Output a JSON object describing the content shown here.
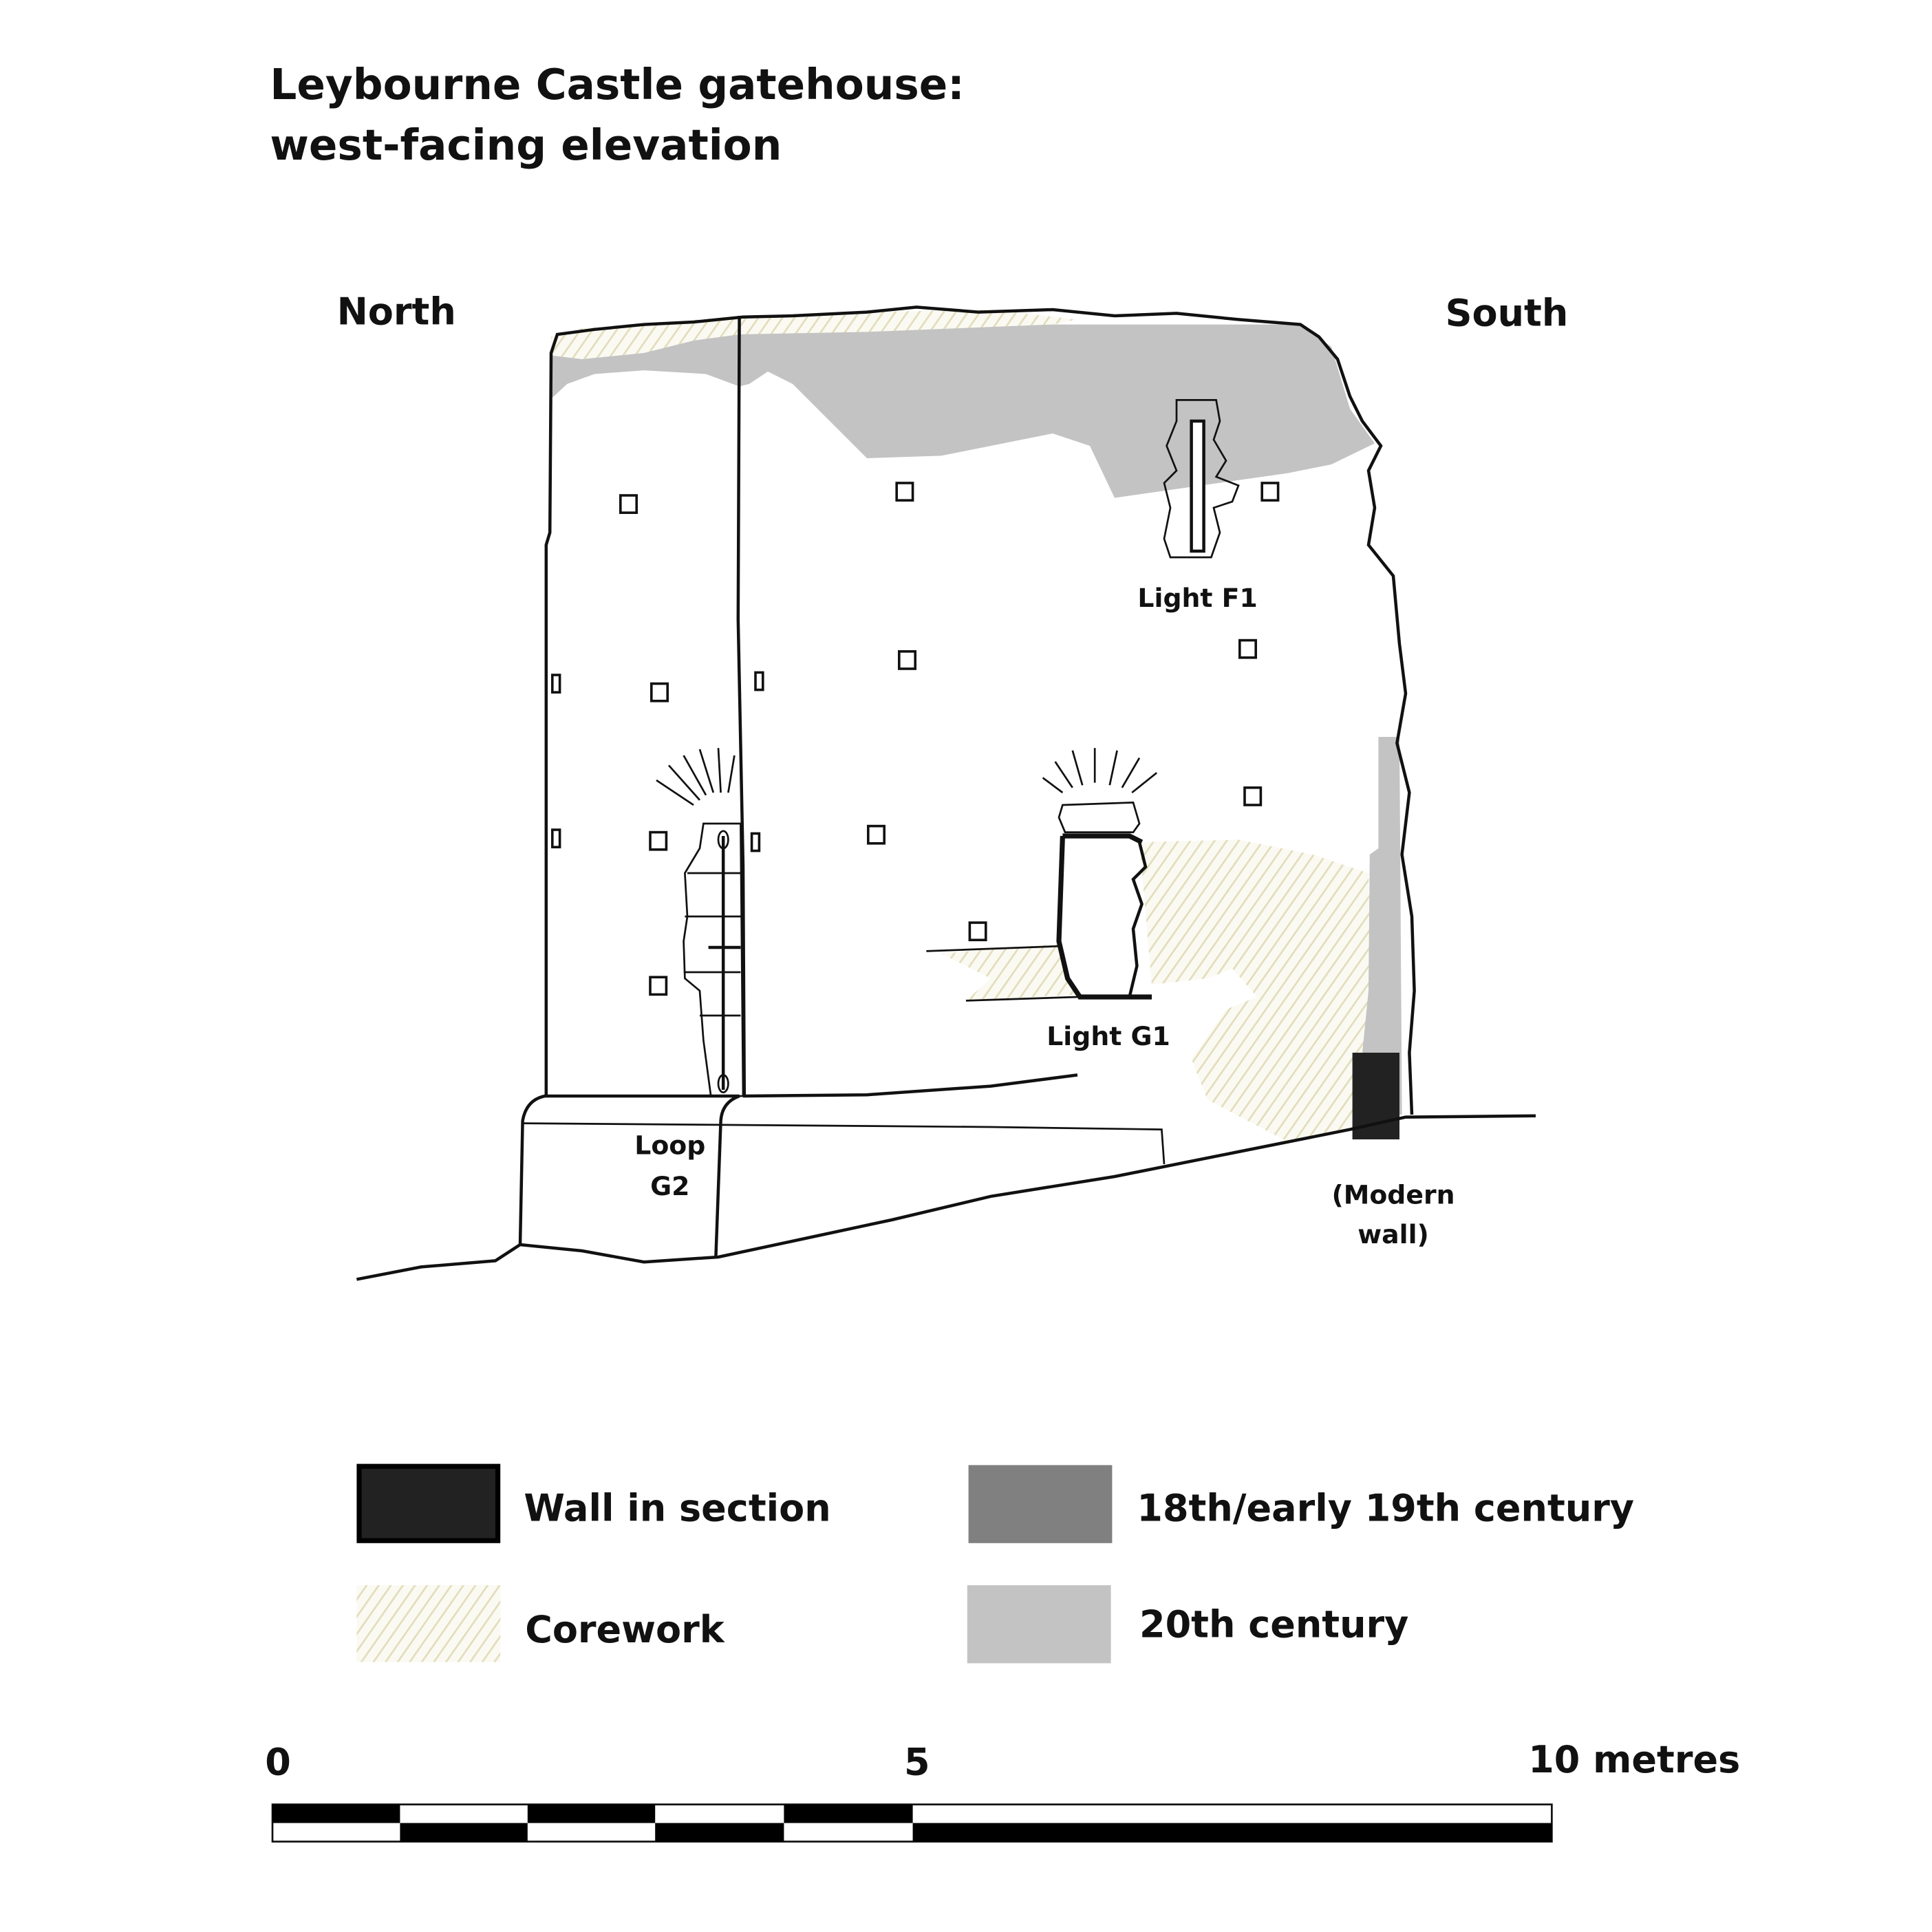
{
  "title": {
    "line1": "Leybourne Castle gatehouse:",
    "line2": "west-facing elevation"
  },
  "orientation": {
    "left": "North",
    "right": "South"
  },
  "labels": {
    "light_f1": "Light F1",
    "light_g1": "Light G1",
    "loop_g2_line1": "Loop",
    "loop_g2_line2": "G2",
    "modern_wall_line1": "(Modern",
    "modern_wall_line2": "wall)"
  },
  "legend": {
    "items": [
      {
        "label": "Wall in section",
        "color": "#222222"
      },
      {
        "label": "18th/early 19th century",
        "color": "#808080"
      },
      {
        "label": "Corework",
        "color": "#e8e4c8"
      },
      {
        "label": "20th century",
        "color": "#c3c3c3"
      }
    ]
  },
  "scale_bar": {
    "start": "0",
    "mid": "5",
    "end": "10 metres"
  }
}
